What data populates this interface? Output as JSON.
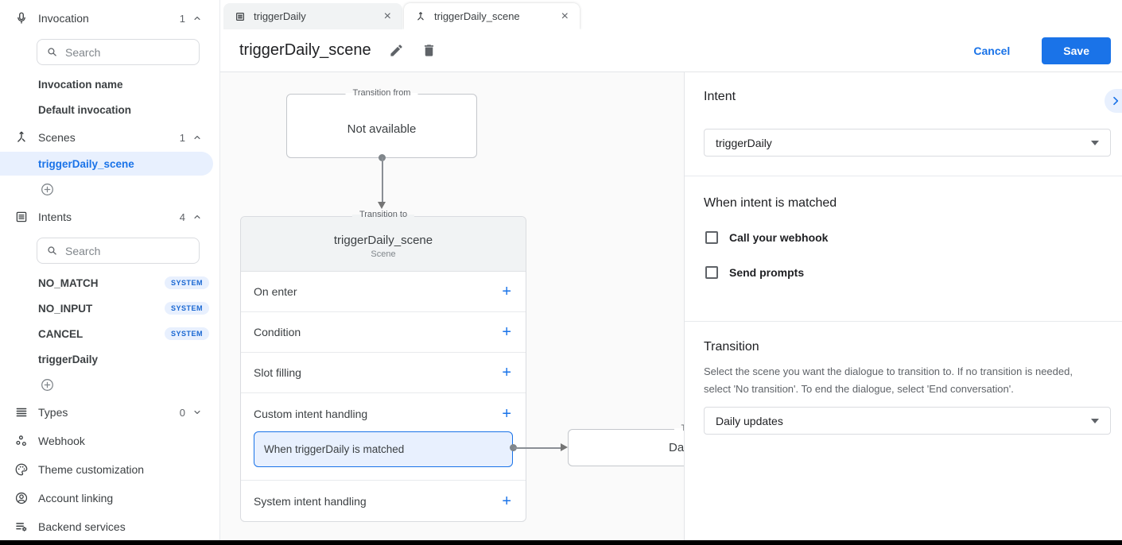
{
  "sidebar": {
    "sections": {
      "invocation": {
        "label": "Invocation",
        "count": "1",
        "state": "expanded"
      },
      "scenes": {
        "label": "Scenes",
        "count": "1",
        "state": "expanded"
      },
      "intents": {
        "label": "Intents",
        "count": "4",
        "state": "expanded"
      },
      "types": {
        "label": "Types",
        "count": "0",
        "state": "collapsed"
      }
    },
    "invocation_search": {
      "placeholder": "Search"
    },
    "intents_search": {
      "placeholder": "Search"
    },
    "invocation_items": [
      {
        "label": "Invocation name"
      },
      {
        "label": "Default invocation"
      }
    ],
    "scene_items": [
      {
        "label": "triggerDaily_scene",
        "selected": true
      }
    ],
    "intent_items": [
      {
        "label": "NO_MATCH",
        "badge": "SYSTEM"
      },
      {
        "label": "NO_INPUT",
        "badge": "SYSTEM"
      },
      {
        "label": "CANCEL",
        "badge": "SYSTEM"
      },
      {
        "label": "triggerDaily",
        "badge": ""
      }
    ],
    "menu_items": [
      {
        "label": "Webhook"
      },
      {
        "label": "Theme customization"
      },
      {
        "label": "Account linking"
      },
      {
        "label": "Backend services"
      }
    ]
  },
  "tabs": [
    {
      "label": "triggerDaily",
      "icon": "intent-icon",
      "active": false
    },
    {
      "label": "triggerDaily_scene",
      "icon": "scene-icon",
      "active": true
    }
  ],
  "header": {
    "title": "triggerDaily_scene",
    "cancel_label": "Cancel",
    "save_label": "Save"
  },
  "canvas": {
    "transition_from_card": {
      "legend": "Transition from",
      "body": "Not available"
    },
    "scene_card": {
      "legend": "Transition to",
      "title": "triggerDaily_scene",
      "subtitle": "Scene",
      "rows": [
        {
          "label": "On enter"
        },
        {
          "label": "Condition"
        },
        {
          "label": "Slot filling"
        },
        {
          "label": "Custom intent handling"
        },
        {
          "label": "System intent handling"
        }
      ],
      "matched_item": {
        "label": "When triggerDaily is matched"
      }
    },
    "target_card": {
      "legend": "Transition to",
      "body": "Daily updates"
    }
  },
  "panel": {
    "intent": {
      "heading": "Intent",
      "value": "triggerDaily"
    },
    "matched": {
      "heading": "When intent is matched",
      "checkboxes": [
        {
          "label": "Call your webhook",
          "checked": false
        },
        {
          "label": "Send prompts",
          "checked": false
        }
      ]
    },
    "transition": {
      "heading": "Transition",
      "description": "Select the scene you want the dialogue to transition to. If no transition is needed, select 'No transition'. To end the dialogue, select 'End conversation'.",
      "value": "Daily updates"
    }
  },
  "icons": {
    "plus": "+",
    "close": "×"
  },
  "colors": {
    "accent": "#1a73e8",
    "selection_bg": "#e8f0fe",
    "badge_text": "#1967d2"
  }
}
